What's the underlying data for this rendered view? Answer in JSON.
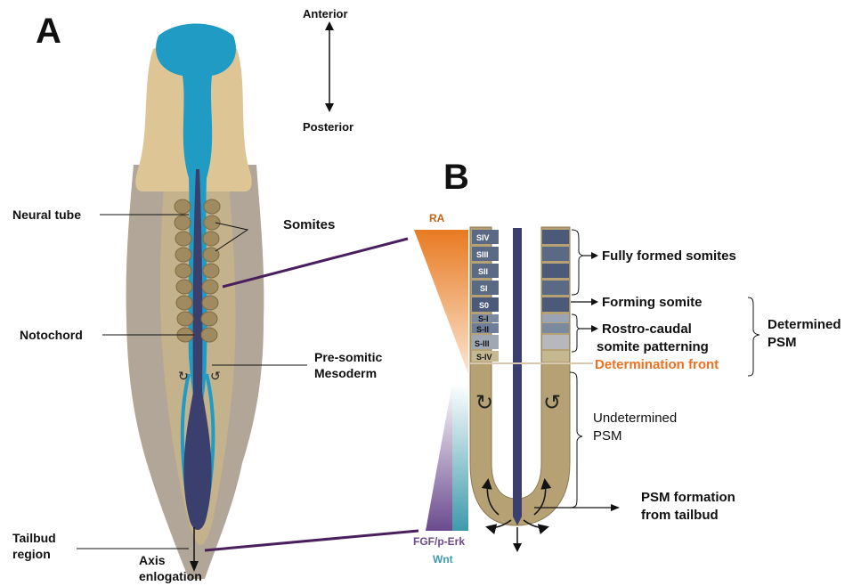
{
  "panel_a": {
    "letter": "A",
    "anterior": "Anterior",
    "posterior": "Posterior",
    "neural_tube": "Neural tube",
    "somites": "Somites",
    "notochord": "Notochord",
    "psm_line1": "Pre-somitic",
    "psm_line2": "Mesoderm",
    "tailbud_line1": "Tailbud",
    "tailbud_line2": "region",
    "axis_line1": "Axis",
    "axis_line2": "enlogation"
  },
  "panel_b": {
    "letter": "B",
    "ra": "RA",
    "fgf": "FGF/p-Erk",
    "wnt": "Wnt",
    "somite_labels": [
      "SIV",
      "SIII",
      "SII",
      "SI",
      "S0",
      "S-I",
      "S-II",
      "S-III",
      "S-IV"
    ],
    "fully_formed": "Fully formed somites",
    "forming": "Forming somite",
    "rostro_line1": "Rostro-caudal",
    "rostro_line2": "somite patterning",
    "determined_line1": "Determined",
    "determined_line2": "PSM",
    "determination_front": "Determination front",
    "undetermined_line1": "Undetermined",
    "undetermined_line2": "PSM",
    "psm_formation_line1": "PSM formation",
    "psm_formation_line2": "from tailbud"
  },
  "colors": {
    "neural_tube": "#1f9bc4",
    "notochord": "#3a3f6e",
    "tissue_tan": "#d8bf8a",
    "psm": "#b5a173",
    "grey_tissue": "#a89c8c",
    "ra": "#e87a22",
    "fgf": "#6b4a8e",
    "wnt": "#4aa0b0",
    "determination_front": "#f07020",
    "connector": "#4a1f5e"
  }
}
